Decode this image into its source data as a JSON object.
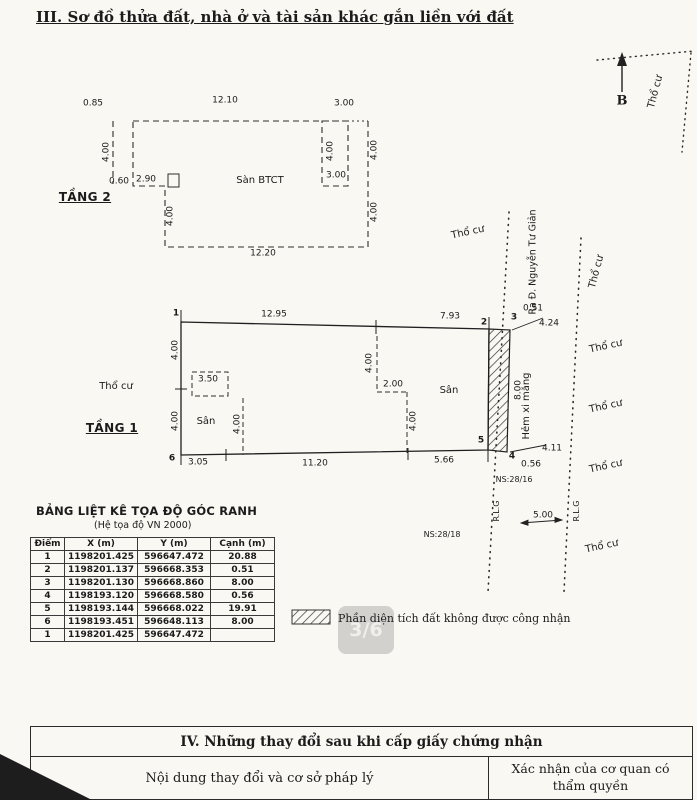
{
  "header": {
    "title": "III. Sơ đồ thửa đất, nhà ở và tài sản khác gắn liền với đất",
    "north_label": "B"
  },
  "common": {
    "tho_cu": "Thổ cư",
    "san": "Sân",
    "d400": "4.00"
  },
  "tang2": {
    "label": "TẦNG 2",
    "slab_label": "Sàn BTCT",
    "d085": "0.85",
    "d1210": "12.10",
    "d300_ext": "3.00",
    "d300_inner": "3.00",
    "d060": "0.60",
    "d290": "2.90",
    "d1220": "12.20"
  },
  "tang1": {
    "label": "TẦNG 1",
    "points": {
      "p1": "1",
      "p2": "2",
      "p3": "3",
      "p4": "4",
      "p5": "5",
      "p6": "6"
    },
    "d1295": "12.95",
    "d793": "7.93",
    "d051": "0.51",
    "d424": "4.24",
    "d800": "8.00",
    "d411": "4.11",
    "d056": "0.56",
    "d305": "3.05",
    "d1120": "11.20",
    "d566": "5.66",
    "d350": "3.50",
    "d200": "2.00"
  },
  "streets": {
    "ra_duong": "Ra Đ. Nguyễn Tư Giản",
    "hem": "Hẻm xi măng",
    "ns_upper": "NS:28/16",
    "ns_lower": "NS:28/18",
    "rlg": "R.L.G",
    "d500": "5.00"
  },
  "coord_table": {
    "title": "BẢNG LIỆT KÊ TỌA ĐỘ GÓC RANH",
    "subtitle": "(Hệ tọa độ VN 2000)",
    "headers": [
      "Điểm",
      "X (m)",
      "Y (m)",
      "Cạnh (m)"
    ],
    "rows": [
      [
        "1",
        "1198201.425",
        "596647.472",
        "20.88"
      ],
      [
        "2",
        "1198201.137",
        "596668.353",
        "0.51"
      ],
      [
        "3",
        "1198201.130",
        "596668.860",
        "8.00"
      ],
      [
        "4",
        "1198193.120",
        "596668.580",
        "0.56"
      ],
      [
        "5",
        "1198193.144",
        "596668.022",
        "19.91"
      ],
      [
        "6",
        "1198193.451",
        "596648.113",
        "8.00"
      ],
      [
        "1",
        "1198201.425",
        "596647.472",
        ""
      ]
    ]
  },
  "legend": {
    "hatch_label": "Phần diện tích đất không được công nhận"
  },
  "watermark": "3/6",
  "section4": {
    "title": "IV. Những thay đổi sau khi cấp giấy chứng nhận",
    "col_left": "Nội dung thay đổi và cơ sở pháp lý",
    "col_right": "Xác nhận của cơ quan có thẩm quyền"
  }
}
